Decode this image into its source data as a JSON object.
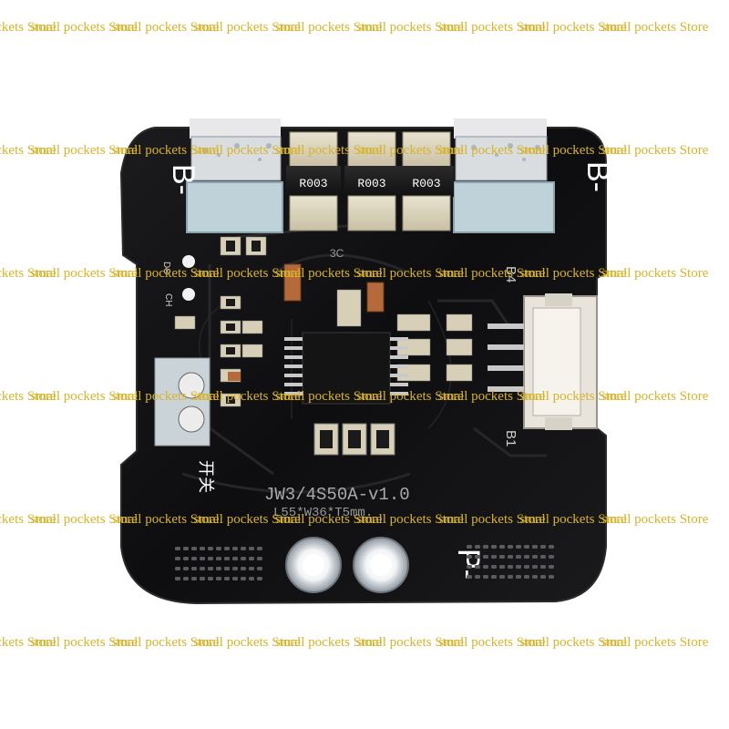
{
  "product": {
    "silkscreen": {
      "b_minus_left": "B-",
      "b_minus_right": "B-",
      "p_minus": "P-",
      "resistors": [
        "R003",
        "R003",
        "R003"
      ],
      "ds": "DS",
      "ch": "CH",
      "b4": "B4",
      "b1": "B1",
      "bc": "3C",
      "model": "JW3/4S50A-v1.0",
      "dimensions": "L55*W36*T5mm.",
      "switch_label": "开关"
    }
  },
  "watermark": {
    "text": "small pockets Store",
    "color": "#d8b32a"
  }
}
